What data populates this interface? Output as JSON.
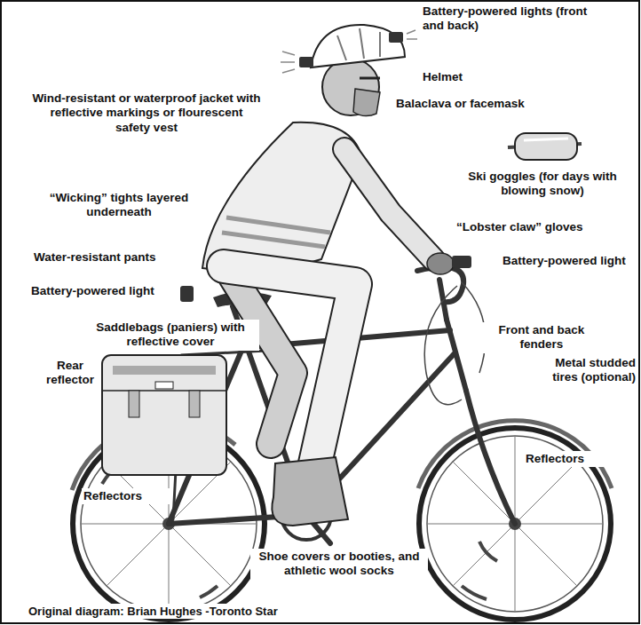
{
  "diagram": {
    "caption": "Original diagram: Brian Hughes -Toronto Star",
    "labels": [
      "Battery-powered lights (front and back)",
      "Helmet",
      "Balaclava or facemask",
      "Wind-resistant or waterproof jacket with reflective markings or flourescent safety vest",
      "Ski goggles (for days with blowing snow)",
      "“Wicking” tights layered underneath",
      "“Lobster claw” gloves",
      "Water-resistant pants",
      "Battery-powered light",
      "Battery-powered light",
      "Saddlebags (paniers) with reflective cover",
      "Front and back fenders",
      "Metal studded tires (optional)",
      "Rear reflector",
      "Reflectors",
      "Reflectors",
      "Shoe covers or booties, and athletic wool socks"
    ]
  }
}
